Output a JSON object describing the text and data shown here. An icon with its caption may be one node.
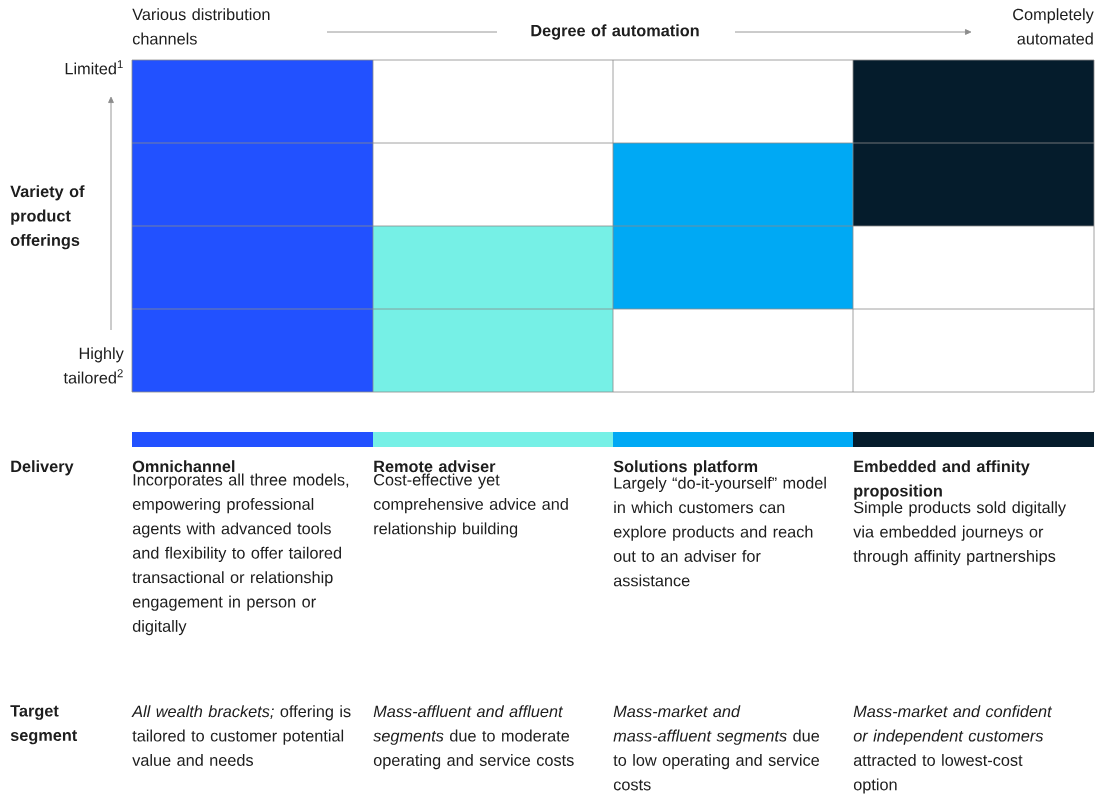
{
  "diagram": {
    "labels": [
      "Various distribution channels",
      "Degree of  automation",
      "Completely automated",
      "Limited$^{1}$",
      "Variety of product offerings",
      "Highly tailored$^{2}$",
      "Delivery",
      "Incorporates all three models, empowering professional agents with advanced tools and flexibility to offer tailored transactional or relationship engagement in person or digitally",
      "Cost-effective yet comprehensive advice and relationship building",
      "Largely “do-it-yourself” model in which customers can explore products and reach out to an adviser for assistance",
      "Simple products sold digitally via embedded journeys or through affinity partnerships",
      "Target segment",
      "*All wealth brackets;* offering is tailored to customer potential value and needs",
      "*Mass-affluent and affluent segments* due to moderate operating and service costs",
      "*Mass-market and mass-affluent segments* due to low operating and service costs",
      "*Mass-market and confident or independent customers* attracted to lowest-cost option"
    ],
    "legend": [
      {
        "text": "Omnichannel",
        "color": "#2251ff"
      },
      {
        "text": "Remote adviser",
        "color": "#76f0e6"
      },
      {
        "text": "Solutions platform",
        "color": "#00a9f4"
      },
      {
        "text": "Embedded and affinity proposition",
        "color": "#051c2c"
      }
    ]
  }
}
